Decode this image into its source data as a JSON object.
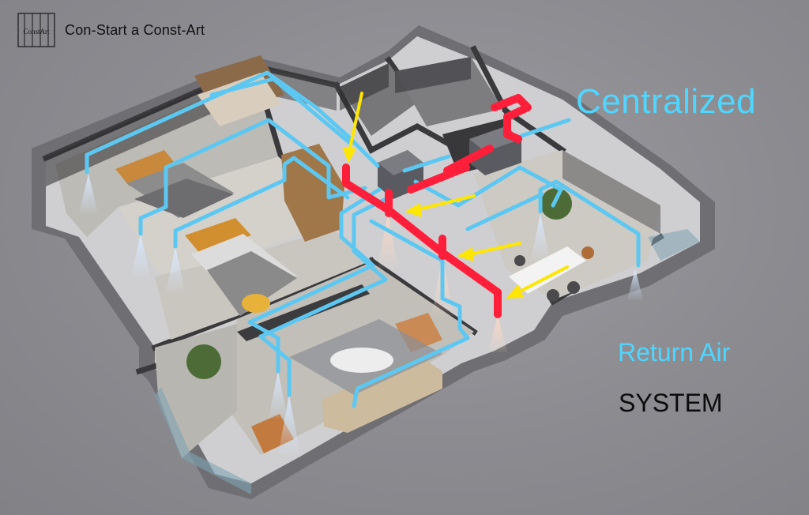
{
  "brand": {
    "mark_text": "ConstArt",
    "name": "Con-Start a  Const-Art"
  },
  "labels": {
    "headline": "Centralized",
    "line1": "Return Air",
    "line2": "SYSTEM"
  },
  "colors": {
    "return_duct": "#5cc8f2",
    "supply_duct": "#ff1f3a",
    "flow_arrow": "#ffe600",
    "background": "#8b8b90",
    "text_cyan": "#4fd6ff"
  },
  "icons": [
    "brand-logo-icon"
  ]
}
